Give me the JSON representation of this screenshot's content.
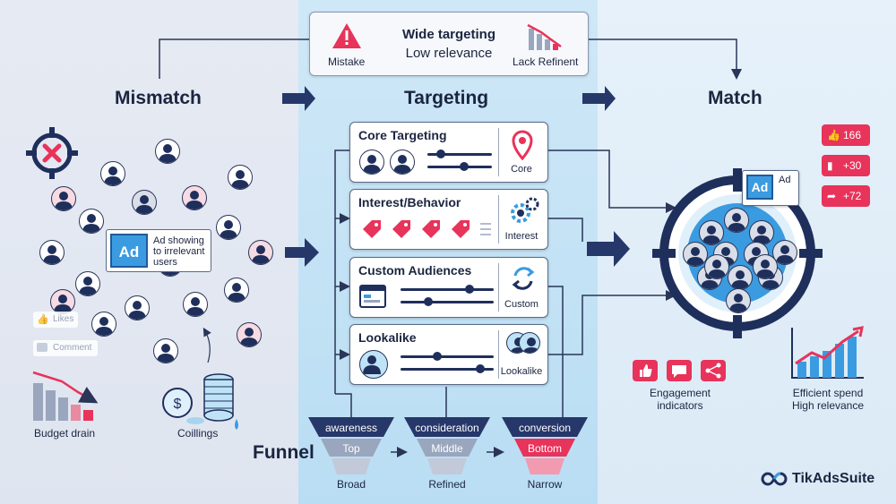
{
  "headings": {
    "mismatch": "Mismatch",
    "targeting": "Targeting",
    "match": "Match",
    "funnel": "Funnel"
  },
  "callout": {
    "title": "Wide targeting",
    "subtitle": "Low relevance",
    "left_label": "Mistake",
    "right_label": "Lack Refinent"
  },
  "mismatch": {
    "ad_label": "Ad",
    "ad_text_lines": [
      "Ad showing",
      "to irrelevant",
      "users"
    ],
    "likes": "Likes",
    "comment": "Comment",
    "budget_drain": "Budget drain",
    "coins": "Coillings"
  },
  "cards": [
    {
      "title": "Core Targeting",
      "label": "Core"
    },
    {
      "title": "Interest/Behavior",
      "label": "Interest"
    },
    {
      "title": "Custom Audiences",
      "label": "Custom"
    },
    {
      "title": "Lookalike",
      "label": "Lookalike"
    }
  ],
  "funnel": [
    {
      "stage": "awareness",
      "level": "Top",
      "desc": "Broad"
    },
    {
      "stage": "consideration",
      "level": "Middle",
      "desc": "Refined"
    },
    {
      "stage": "conversion",
      "level": "Bottom",
      "desc": "Narrow"
    }
  ],
  "match": {
    "ad_label": "Ad",
    "badges": [
      {
        "icon": "thumbs-up-icon",
        "value": "166"
      },
      {
        "icon": "comment-icon",
        "value": "+30"
      },
      {
        "icon": "share-icon",
        "value": "+72"
      }
    ],
    "engagement_lines": [
      "Engagement",
      "indicators"
    ],
    "efficient_lines": [
      "Efficient spend",
      "High relevance"
    ]
  },
  "brand": "TikAdsSuite",
  "colors": {
    "navy": "#1f2f5c",
    "accent_red": "#e8335a",
    "blue": "#3b9be0"
  }
}
